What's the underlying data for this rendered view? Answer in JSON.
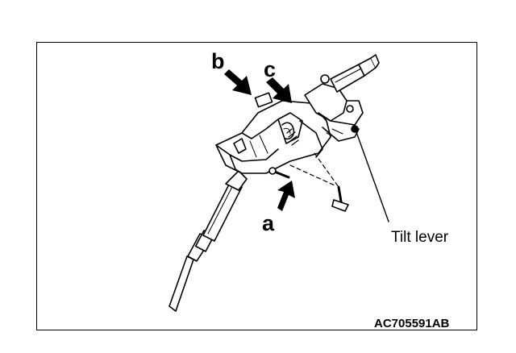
{
  "callouts": {
    "a": "a",
    "b": "b",
    "c": "c"
  },
  "labels": {
    "tilt_lever": "Tilt lever"
  },
  "figure_code": "AC705591AB",
  "colors": {
    "ink": "#000000",
    "paper": "#ffffff"
  }
}
